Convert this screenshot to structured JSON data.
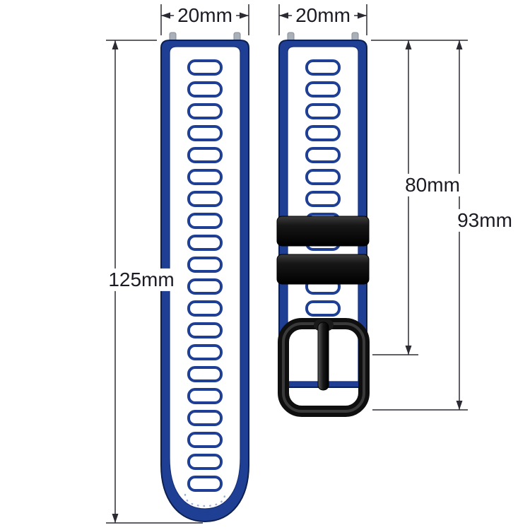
{
  "labels": {
    "left_width": "20mm",
    "right_width": "20mm",
    "left_length": "125mm",
    "right_length": "80mm",
    "right_total_length": "93mm"
  },
  "colors": {
    "background": "#ffffff",
    "strap_blue": "#1e3f94",
    "strap_outline": "#0d1f4e",
    "strap_center": "#ffffff",
    "slot_outline": "#1e3f94",
    "hardware_black": "#141414",
    "pin_gray": "#a9b0b8",
    "dimension_line": "#2b2b33",
    "label_text": "#1b1b24"
  }
}
